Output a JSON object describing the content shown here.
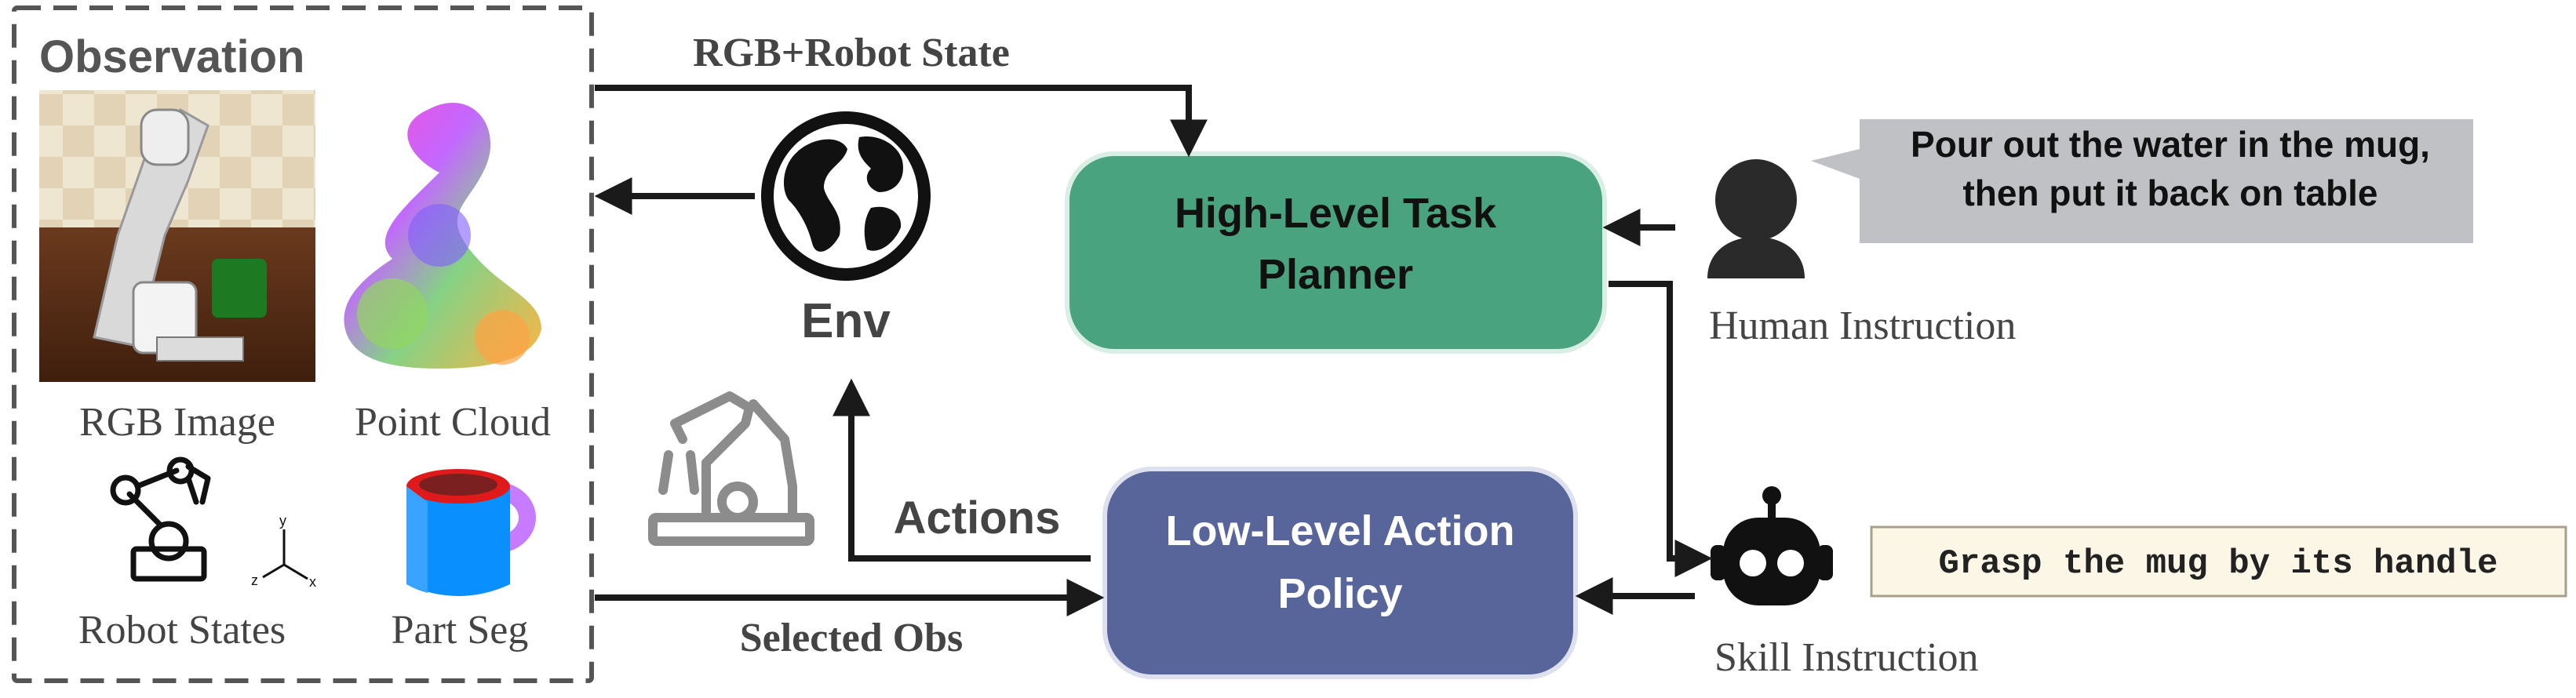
{
  "observation": {
    "title": "Observation",
    "items": [
      {
        "label": "RGB Image",
        "icon": "rgb-image"
      },
      {
        "label": "Point Cloud",
        "icon": "point-cloud"
      },
      {
        "label": "Robot States",
        "icon": "robot-arm-icon"
      },
      {
        "label": "Part Seg",
        "icon": "part-seg-mug"
      }
    ]
  },
  "env": {
    "label": "Env",
    "icon": "globe-icon"
  },
  "edges": {
    "rgb_robot_state": "RGB+Robot State",
    "actions": "Actions",
    "selected_obs": "Selected Obs"
  },
  "planner": {
    "label_line1": "High-Level Task",
    "label_line2": "Planner",
    "color": "#4aa37f"
  },
  "policy": {
    "label_line1": "Low-Level Action",
    "label_line2": "Policy",
    "color": "#58659a"
  },
  "human": {
    "caption": "Human Instruction",
    "icon": "person-icon",
    "speech_line1": "Pour out the water in the mug,",
    "speech_line2": "then put it back on table",
    "speech_color": "#bfc1c4"
  },
  "skill": {
    "caption": "Skill Instruction",
    "icon": "robot-head-icon",
    "instruction": "Grasp the mug by its handle",
    "box_color": "#fbf6e6"
  },
  "axis_labels": {
    "z": "z",
    "y": "y",
    "x": "x"
  }
}
